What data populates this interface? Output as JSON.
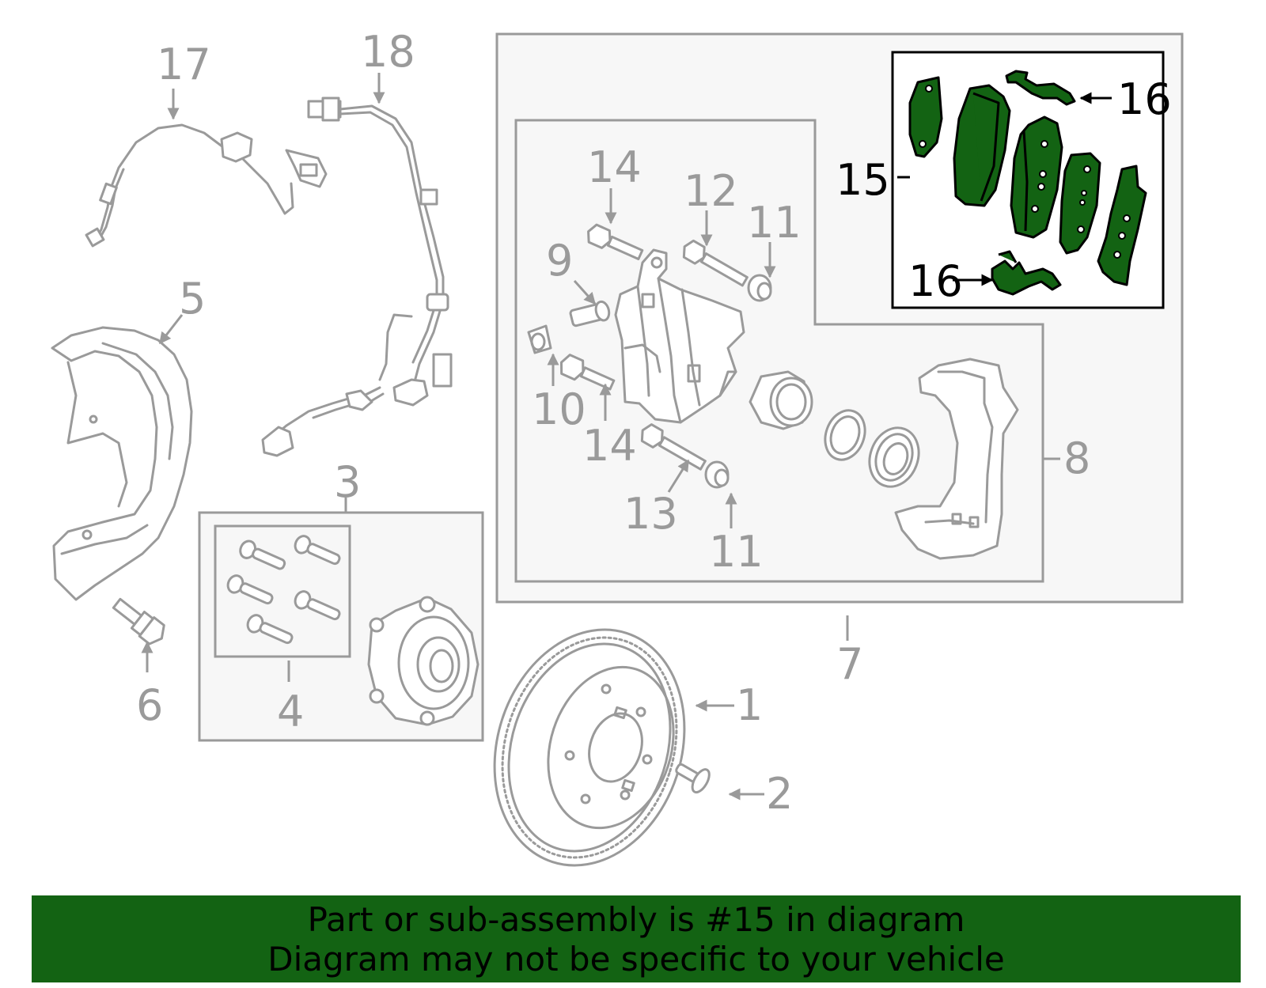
{
  "callouts": {
    "c1": "1",
    "c2": "2",
    "c3": "3",
    "c4": "4",
    "c5": "5",
    "c6": "6",
    "c7": "7",
    "c8": "8",
    "c9": "9",
    "c10": "10",
    "c11a": "11",
    "c11b": "11",
    "c12": "12",
    "c13": "13",
    "c14a": "14",
    "c14b": "14",
    "c15": "15",
    "c16a": "16",
    "c16b": "16",
    "c17": "17",
    "c18": "18"
  },
  "banner": {
    "line1": "Part or sub-assembly is #15 in diagram",
    "line2": "Diagram may not be specific to your vehicle"
  },
  "colors": {
    "highlight": "#136313",
    "line_grey": "#9a9a9a",
    "box_fill": "#f7f7f7"
  }
}
